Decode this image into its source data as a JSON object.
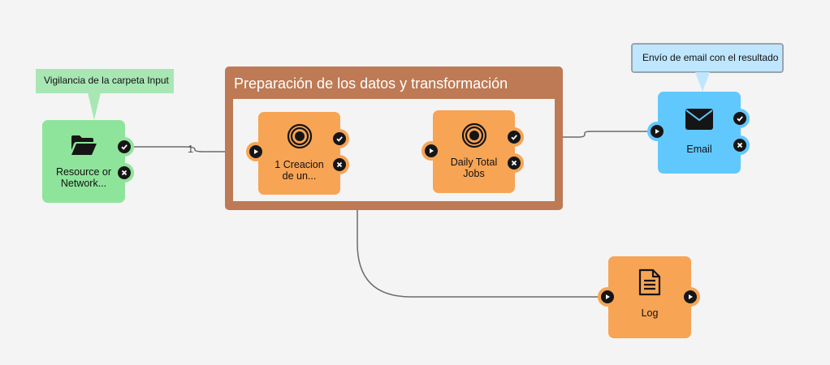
{
  "group": {
    "title": "Preparación de los datos y transformación"
  },
  "notes": {
    "watch": "Vigilancia de la carpeta Input",
    "email": "Envío de email con el resultado"
  },
  "nodes": {
    "resource": {
      "label": "Resource or\nNetwork...",
      "icon": "folder-open-icon",
      "color": "#8ee49a"
    },
    "creacion": {
      "label": "1   Creacion\nde un...",
      "icon": "target-icon",
      "color": "#f7a455"
    },
    "daily": {
      "label": "Daily  Total\nJobs",
      "icon": "target-icon",
      "color": "#f7a455"
    },
    "email": {
      "label": "Email",
      "icon": "envelope-icon",
      "color": "#61c8fe"
    },
    "log": {
      "label": "Log",
      "icon": "document-icon",
      "color": "#f7a455"
    }
  },
  "wires": {
    "resource_to_creacion_label": "1"
  },
  "colors": {
    "group": "#bd7a54",
    "wire": "#6b6b6b",
    "port": "#161616"
  }
}
